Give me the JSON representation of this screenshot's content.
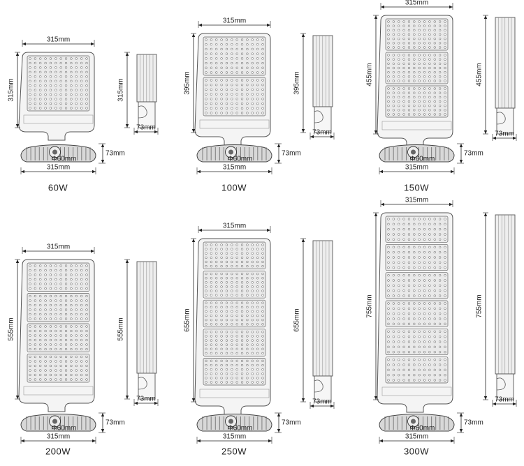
{
  "dimension_unit": "mm",
  "products": [
    {
      "wattage": "60W",
      "front_width": "315mm",
      "front_height": "315mm",
      "side_height": "315mm",
      "side_width": "73mm",
      "rear_height": "73mm",
      "rear_width": "315mm",
      "pole_diameter": "Φ60mm",
      "led_modules": 1
    },
    {
      "wattage": "100W",
      "front_width": "315mm",
      "front_height": "395mm",
      "side_height": "395mm",
      "side_width": "73mm",
      "rear_height": "73mm",
      "rear_width": "315mm",
      "pole_diameter": "Φ60mm",
      "led_modules": 2
    },
    {
      "wattage": "150W",
      "front_width": "315mm",
      "front_height": "455mm",
      "side_height": "455mm",
      "side_width": "73mm",
      "rear_height": "73mm",
      "rear_width": "315mm",
      "pole_diameter": "Φ60mm",
      "led_modules": 3
    },
    {
      "wattage": "200W",
      "front_width": "315mm",
      "front_height": "555mm",
      "side_height": "555mm",
      "side_width": "73mm",
      "rear_height": "73mm",
      "rear_width": "315mm",
      "pole_diameter": "Φ60mm",
      "led_modules": 4
    },
    {
      "wattage": "250W",
      "front_width": "315mm",
      "front_height": "655mm",
      "side_height": "655mm",
      "side_width": "73mm",
      "rear_height": "73mm",
      "rear_width": "315mm",
      "pole_diameter": "Φ60mm",
      "led_modules": 5
    },
    {
      "wattage": "300W",
      "front_width": "315mm",
      "front_height": "755mm",
      "side_height": "755mm",
      "side_width": "73mm",
      "rear_height": "73mm",
      "rear_width": "315mm",
      "pole_diameter": "Φ60mm",
      "led_modules": 6
    }
  ]
}
